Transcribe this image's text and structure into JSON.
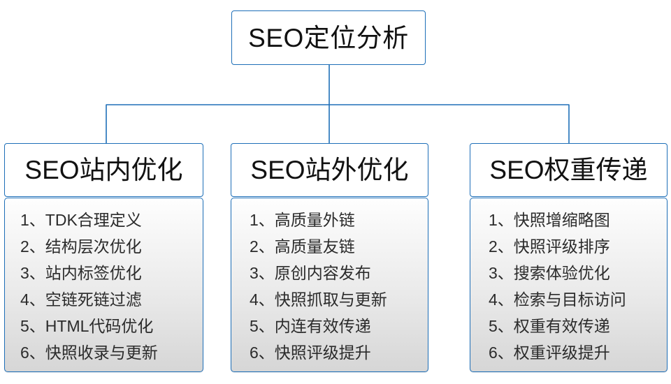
{
  "diagram": {
    "title_node": {
      "label": "SEO定位分析"
    },
    "accent_color": "#1e6fb8",
    "text_color": "#111111",
    "item_text_color": "#2b2b2b",
    "branches": [
      {
        "header": "SEO站内优化",
        "items": [
          "1、TDK合理定义",
          "2、结构层次优化",
          "3、站内标签优化",
          "4、空链死链过滤",
          "5、HTML代码优化",
          "6、快照收录与更新"
        ]
      },
      {
        "header": "SEO站外优化",
        "items": [
          "1、高质量外链",
          "2、高质量友链",
          "3、原创内容发布",
          "4、快照抓取与更新",
          "5、内连有效传递",
          "6、快照评级提升"
        ]
      },
      {
        "header": "SEO权重传递",
        "items": [
          "1、快照增缩略图",
          "2、快照评级排序",
          "3、搜索体验优化",
          "4、检索与目标访问",
          "5、权重有效传递",
          "6、权重评级提升"
        ]
      }
    ]
  }
}
